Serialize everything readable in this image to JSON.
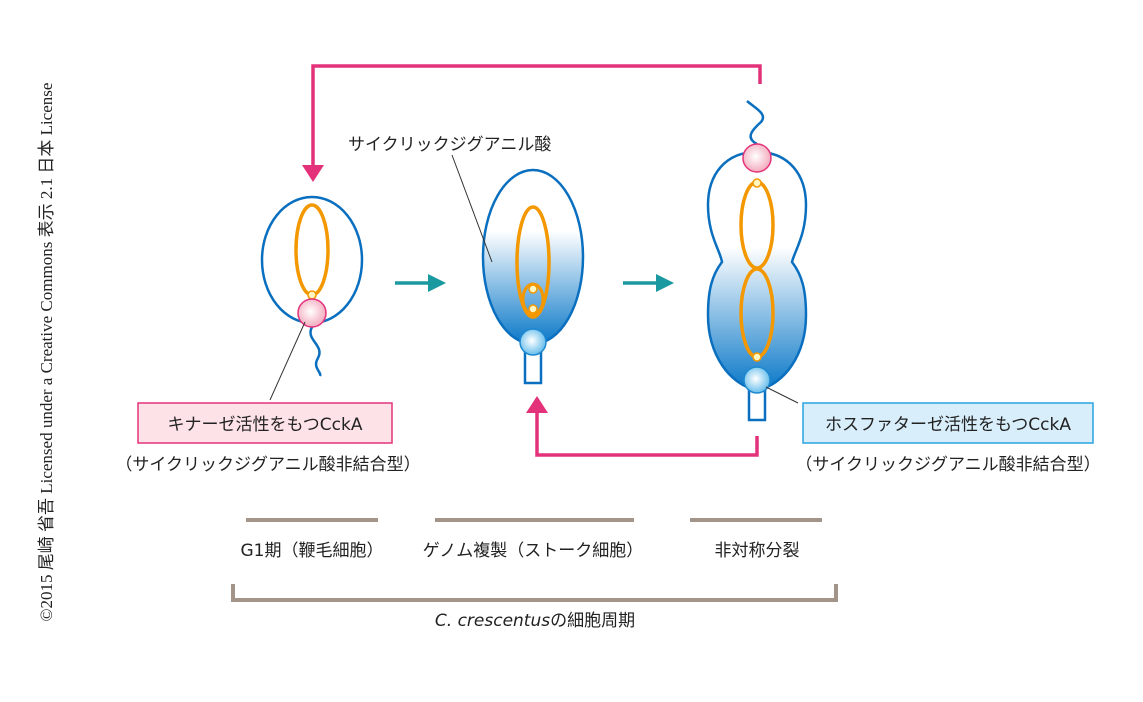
{
  "copyright": "©2015 尾崎 省吾 Licensed under a Creative Commons 表示 2.1 日本 License",
  "labels": {
    "cyclic_di_gmp": "サイクリックジグアニル酸",
    "kinase_box": "キナーゼ活性をもつCckA",
    "kinase_sub": "（サイクリックジグアニル酸非結合型）",
    "phosphatase_box": "ホスファターゼ活性をもつCckA",
    "phosphatase_sub": "（サイクリックジグアニル酸非結合型）"
  },
  "stages": [
    {
      "label": "G1期（鞭毛細胞）"
    },
    {
      "label": "ゲノム複製（ストーク細胞）"
    },
    {
      "label": "非対称分裂"
    }
  ],
  "cycle_label": {
    "species": "C. crescentus",
    "suffix": "の細胞周期"
  },
  "colors": {
    "pink": "#e4327a",
    "teal": "#1a9aa0",
    "blue": "#0a6fbf",
    "orange": "#f39800",
    "gray": "#a39489"
  }
}
